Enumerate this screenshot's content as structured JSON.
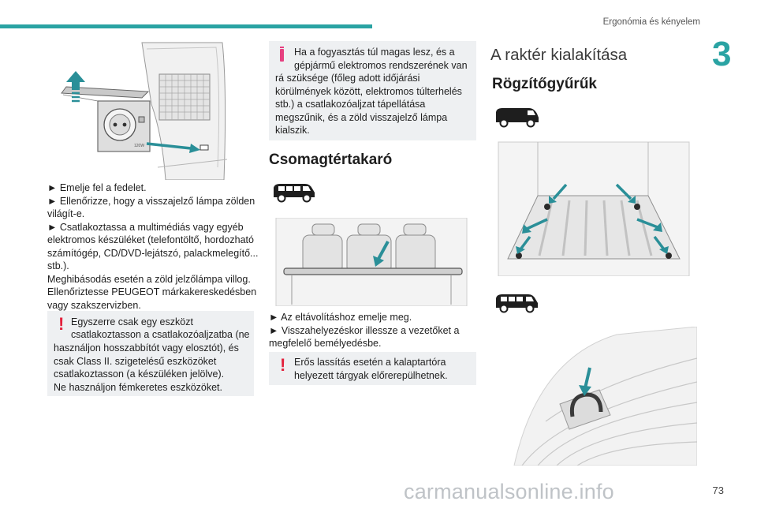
{
  "header": {
    "section_title": "Ergonómia és kényelem",
    "chapter_number": "3",
    "page_number": "73"
  },
  "colors": {
    "accent": "#2aa3a3",
    "warning": "#e3203b",
    "info": "#e64080",
    "note_bg": "#eef0f2",
    "arrow": "#2a8f98"
  },
  "left_column": {
    "figure_name": "socket-cover-illustration",
    "steps": [
      "► Emelje fel a fedelet.",
      "► Ellenőrizze, hogy a visszajelző lámpa zölden",
      "világít-e.",
      "► Csatlakoztassa a multimédiás vagy egyéb",
      "elektromos készüléket (telefontöltő, hordozható",
      "számítógép, CD/DVD-lejátszó, palackmelegítő...",
      "stb.).",
      "Meghibásodás esetén a zöld jelzőlámpa villog.",
      "Ellenőriztesse PEUGEOT márkakereskedésben",
      "vagy szakszervizben."
    ],
    "warning": {
      "icon": "exclamation-icon",
      "lines": [
        "Egyszerre csak egy eszközt",
        "csatlakoztasson a csatlakozóaljzatba (ne",
        "használjon hosszabbítót vagy elosztót), és",
        "csak Class II. szigetelésű eszközöket",
        "csatlakoztasson (a készüléken jelölve).",
        "Ne használjon fémkeretes eszközöket."
      ]
    },
    "socket_label": "120W"
  },
  "middle_column": {
    "info": {
      "icon": "info-icon",
      "lines": [
        "Ha a fogyasztás túl magas lesz, és a",
        "gépjármű elektromos rendszerének van",
        "rá szüksége (főleg adott időjárási",
        "körülmények között, elektromos túlterhelés",
        "stb.) a csatlakozóaljzat tápellátása",
        "megszűnik, és a zöld visszajelző lámpa",
        "kialszik."
      ]
    },
    "heading": "Csomagtértakaró",
    "vehicle_icon": "passenger-van-icon",
    "steps": [
      "► Az eltávolításhoz emelje meg.",
      "► Visszahelyezéskor illessze a vezetőket a",
      "megfelelő bemélyedésbe."
    ],
    "warning": {
      "icon": "exclamation-icon",
      "lines": [
        "Erős lassítás esetén a kalaptartóra",
        "helyezett tárgyak előrerepülhetnek."
      ]
    }
  },
  "right_column": {
    "heading": "A raktér kialakítása",
    "subheading": "Rögzítőgyűrűk",
    "vehicle_icon_1": "panel-van-icon",
    "vehicle_icon_2": "passenger-van-icon"
  },
  "footer": {
    "watermark": "carmanualsonline.info"
  }
}
